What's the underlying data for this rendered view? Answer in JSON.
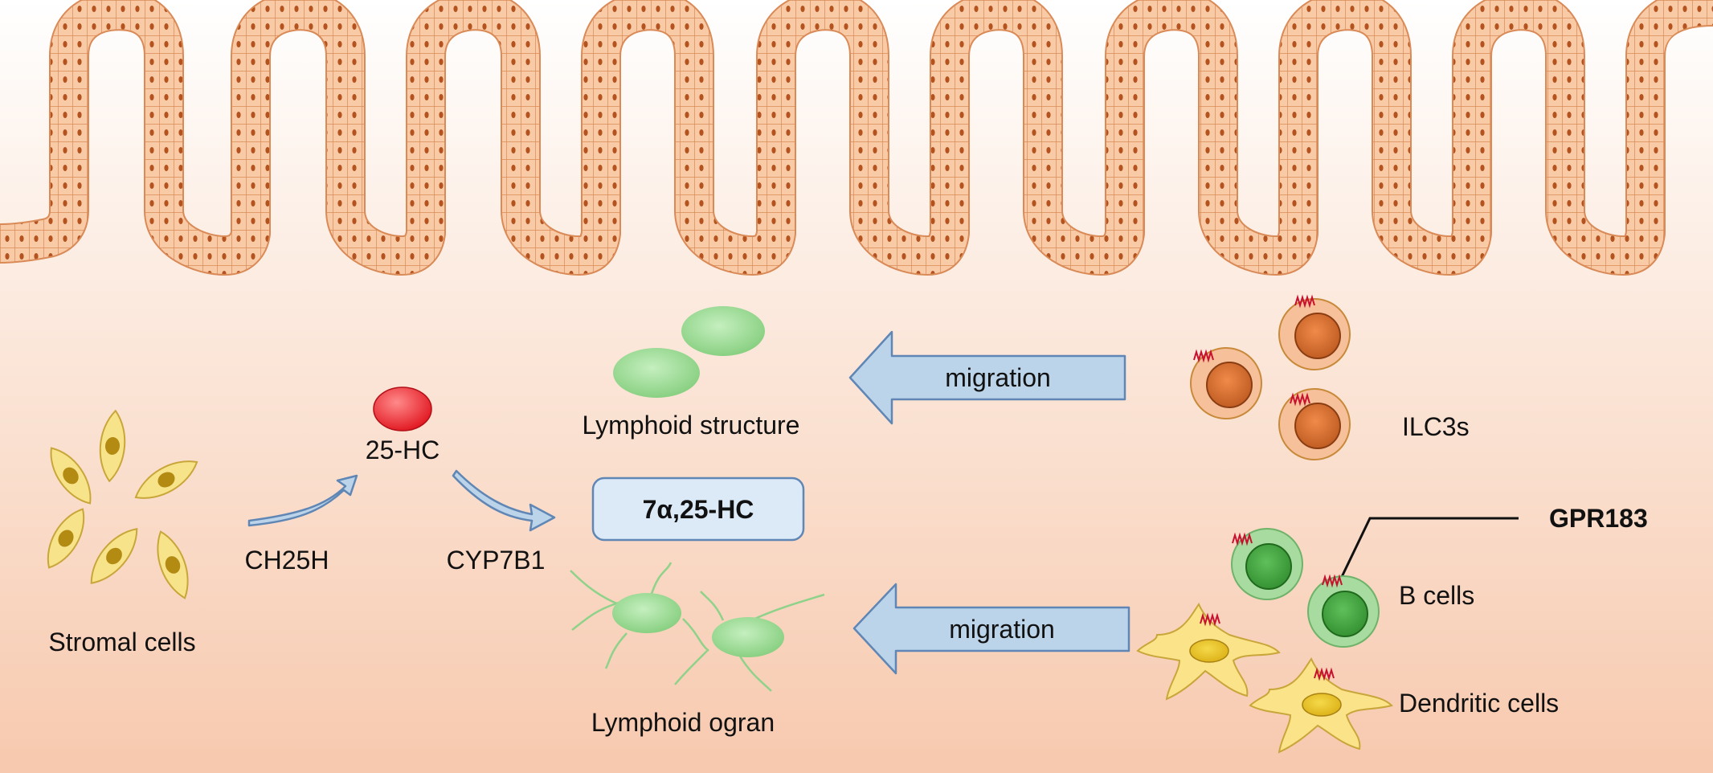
{
  "labels": {
    "stromal": "Stromal cells",
    "ch25h": "CH25H",
    "hc25": "25-HC",
    "cyp7b1": "CYP7B1",
    "hc7a25": "7α,25-HC",
    "lymphoid_structure": "Lymphoid structure",
    "lymphoid_organ": "Lymphoid ogran",
    "migration_top": "migration",
    "migration_bottom": "migration",
    "ilc3s": "ILC3s",
    "gpr183": "GPR183",
    "b_cells": "B cells",
    "dendritic": "Dendritic cells"
  },
  "colors": {
    "background_top": "#ffffff",
    "background_bottom": "#f7c9ae",
    "epithelium_fill": "#f9caa6",
    "epithelium_stroke": "#d98a57",
    "epithelium_nucleus": "#b5531f",
    "arrow_fill": "#bcd4ea",
    "arrow_stroke": "#5f86b4",
    "hc7a25_box": "#dceaf8",
    "hc25_molecule": "#e8202a",
    "lymphoid_green": "#8fd28a",
    "ilc3_outer": "#f6c09b",
    "ilc3_inner": "#cc6324",
    "bcell_outer": "#a8dba0",
    "bcell_inner": "#3f9c3a",
    "dendritic_fill": "#fbe38a",
    "receptor_red": "#c8102e"
  }
}
